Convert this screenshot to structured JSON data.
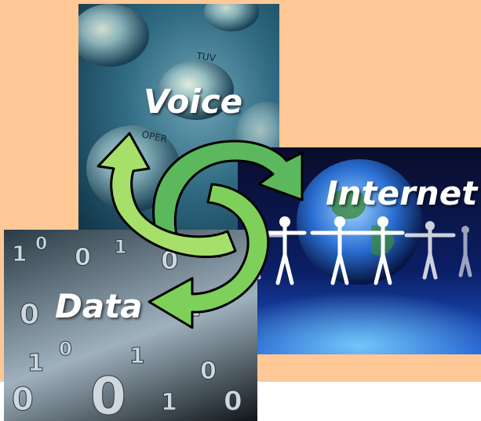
{
  "colors": {
    "background": "#ffc896",
    "arrow_dark": "#5cb85c",
    "arrow_light": "#a6e06a",
    "label_text": "#ffffff"
  },
  "panels": {
    "voice": {
      "label": "Voice",
      "image": "telephone-keypad-photo"
    },
    "internet": {
      "label": "Internet",
      "image": "globe-with-people-chain-photo"
    },
    "data": {
      "label": "Data",
      "image": "binary-digits-photo"
    }
  },
  "cycle_icon": "circular-arrows-icon"
}
